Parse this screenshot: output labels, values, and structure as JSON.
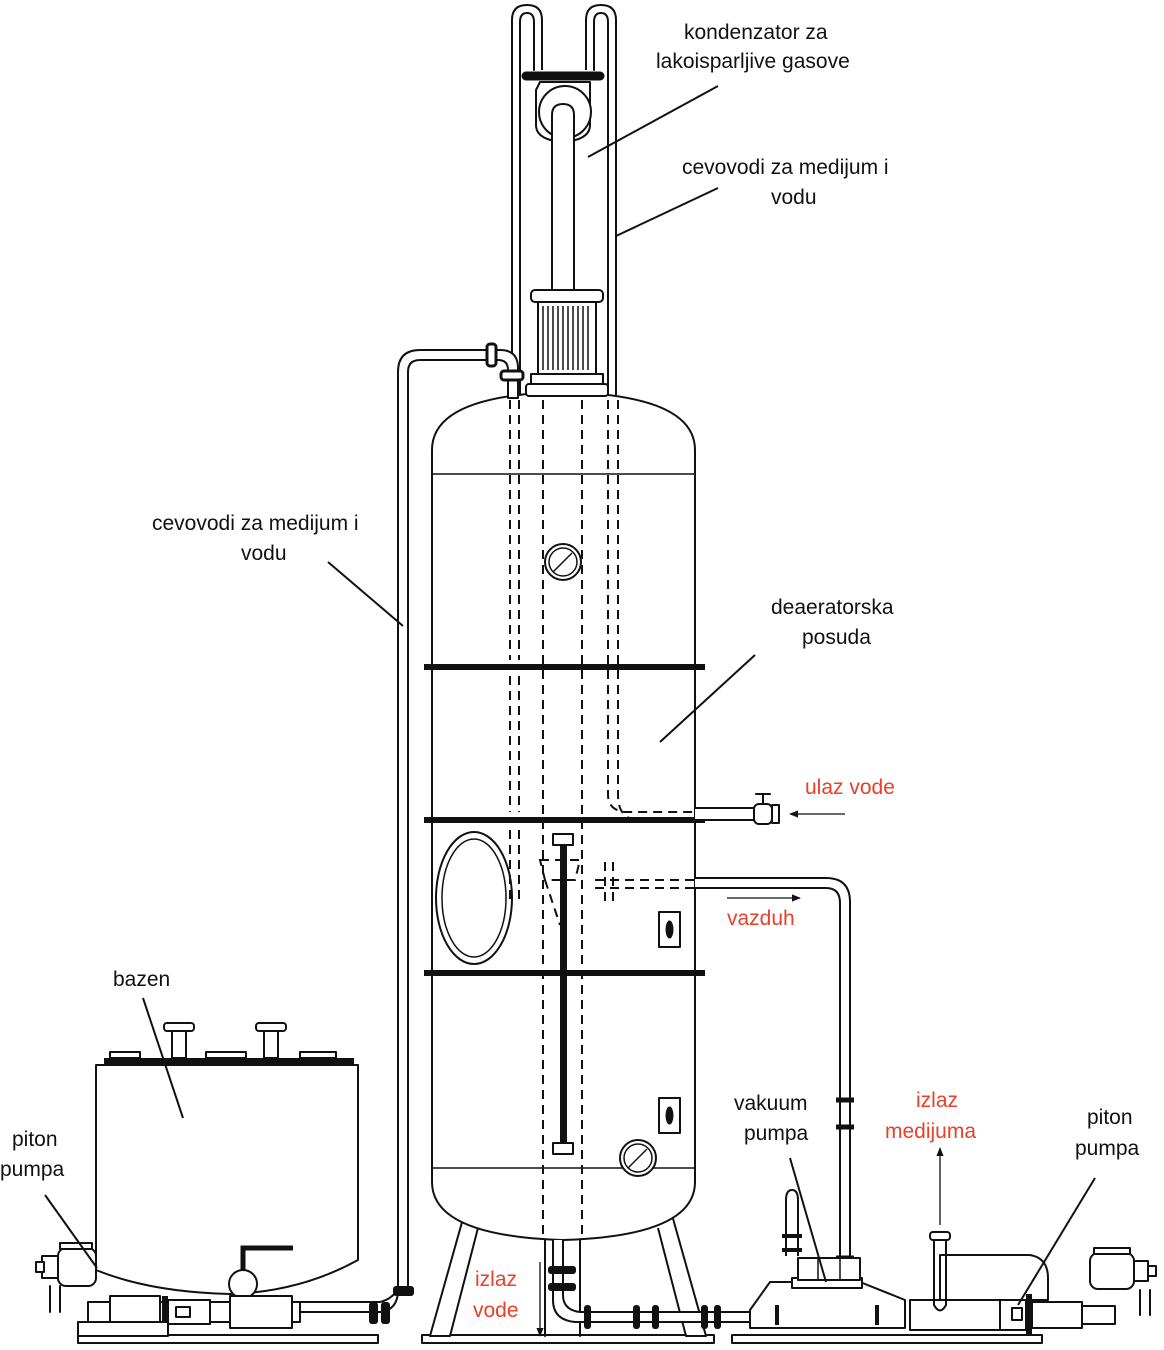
{
  "labels": {
    "condenser_line1": "kondenzator za",
    "condenser_line2": "lakoisparljive gasove",
    "pipes_top_line1": "cevovodi za medijum i",
    "pipes_top_line2": "vodu",
    "pipes_left_line1": "cevovodi za medijum i",
    "pipes_left_line2": "vodu",
    "vessel_line1": "deaeratorska",
    "vessel_line2": "posuda",
    "water_in": "ulaz vode",
    "air": "vazduh",
    "tank": "bazen",
    "piston_left_line1": "piton",
    "piston_left_line2": "pumpa",
    "vacuum_line1": "vakuum",
    "vacuum_line2": "pumpa",
    "medium_out_line1": "izlaz",
    "medium_out_line2": "medijuma",
    "piston_right_line1": "piton",
    "piston_right_line2": "pumpa",
    "water_out_line1": "izlaz",
    "water_out_line2": "vode"
  },
  "colors": {
    "line": "#111111",
    "accent": "#e8402a",
    "background": "#ffffff"
  }
}
